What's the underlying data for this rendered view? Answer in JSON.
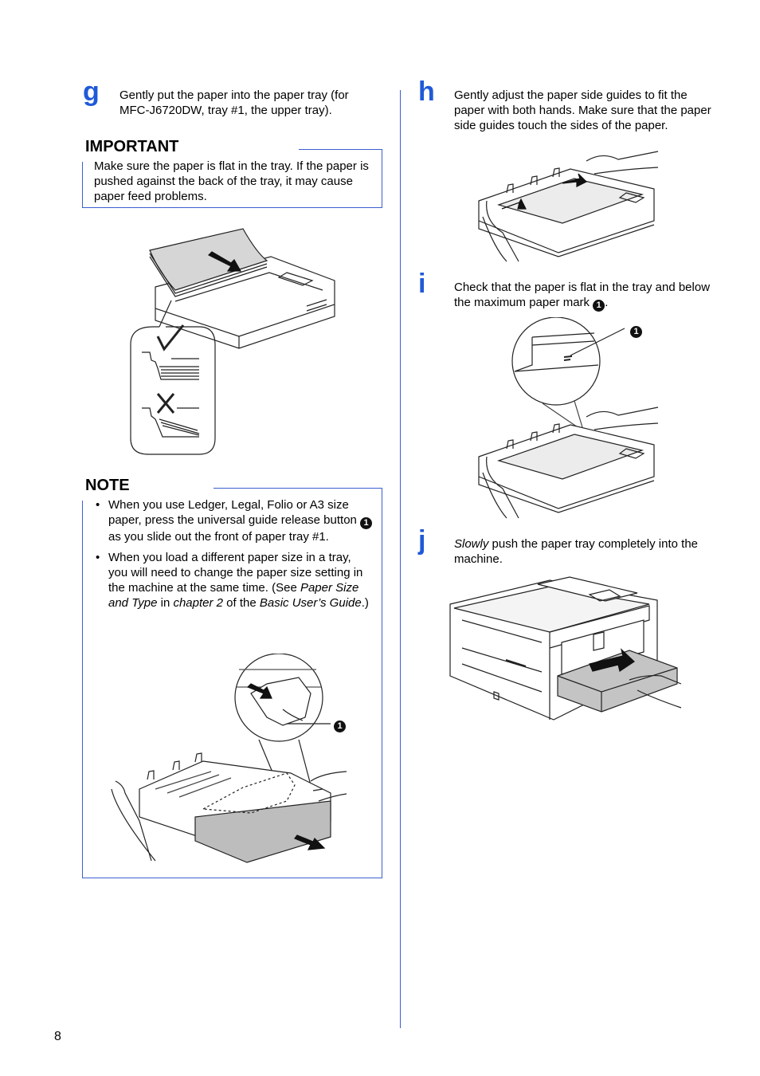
{
  "page_number": "8",
  "left": {
    "step_g": {
      "letter": "g",
      "text": "Gently put the paper into the paper tray (for MFC-J6720DW, tray #1, the upper tray)."
    },
    "important": {
      "title": "IMPORTANT",
      "text": "Make sure the paper is flat in the tray. If the paper is pushed against the back of the tray, it may cause paper feed problems."
    },
    "note": {
      "title": "NOTE",
      "bullet1_a": "When you use Ledger, Legal, Folio or A3 size paper, press the universal guide release button",
      "bullet1_badge": "1",
      "bullet1_b": "as you slide out the front of paper tray #1.",
      "bullet2_a": "When you load a different paper size in a tray, you will need to change the paper size setting in the machine at the same time. (See ",
      "bullet2_i1": "Paper Size and Type",
      "bullet2_b": " in ",
      "bullet2_i2": "chapter 2",
      "bullet2_c": " of the ",
      "bullet2_i3": "Basic User’s Guide",
      "bullet2_d": ".)",
      "figure_callout": "1"
    }
  },
  "right": {
    "step_h": {
      "letter": "h",
      "text": "Gently adjust the paper side guides to fit the paper with both hands. Make sure that the paper side guides touch the sides of the paper."
    },
    "step_i": {
      "letter": "i",
      "text_a": "Check that the paper is flat in the tray and below the maximum paper mark",
      "badge": "1",
      "text_b": ".",
      "figure_callout": "1"
    },
    "step_j": {
      "letter": "j",
      "text_italic": "Slowly",
      "text": " push the paper tray completely into the machine."
    }
  },
  "colors": {
    "accent_blue": "#1f5ad8",
    "rule_blue": "#3a5fd0"
  }
}
